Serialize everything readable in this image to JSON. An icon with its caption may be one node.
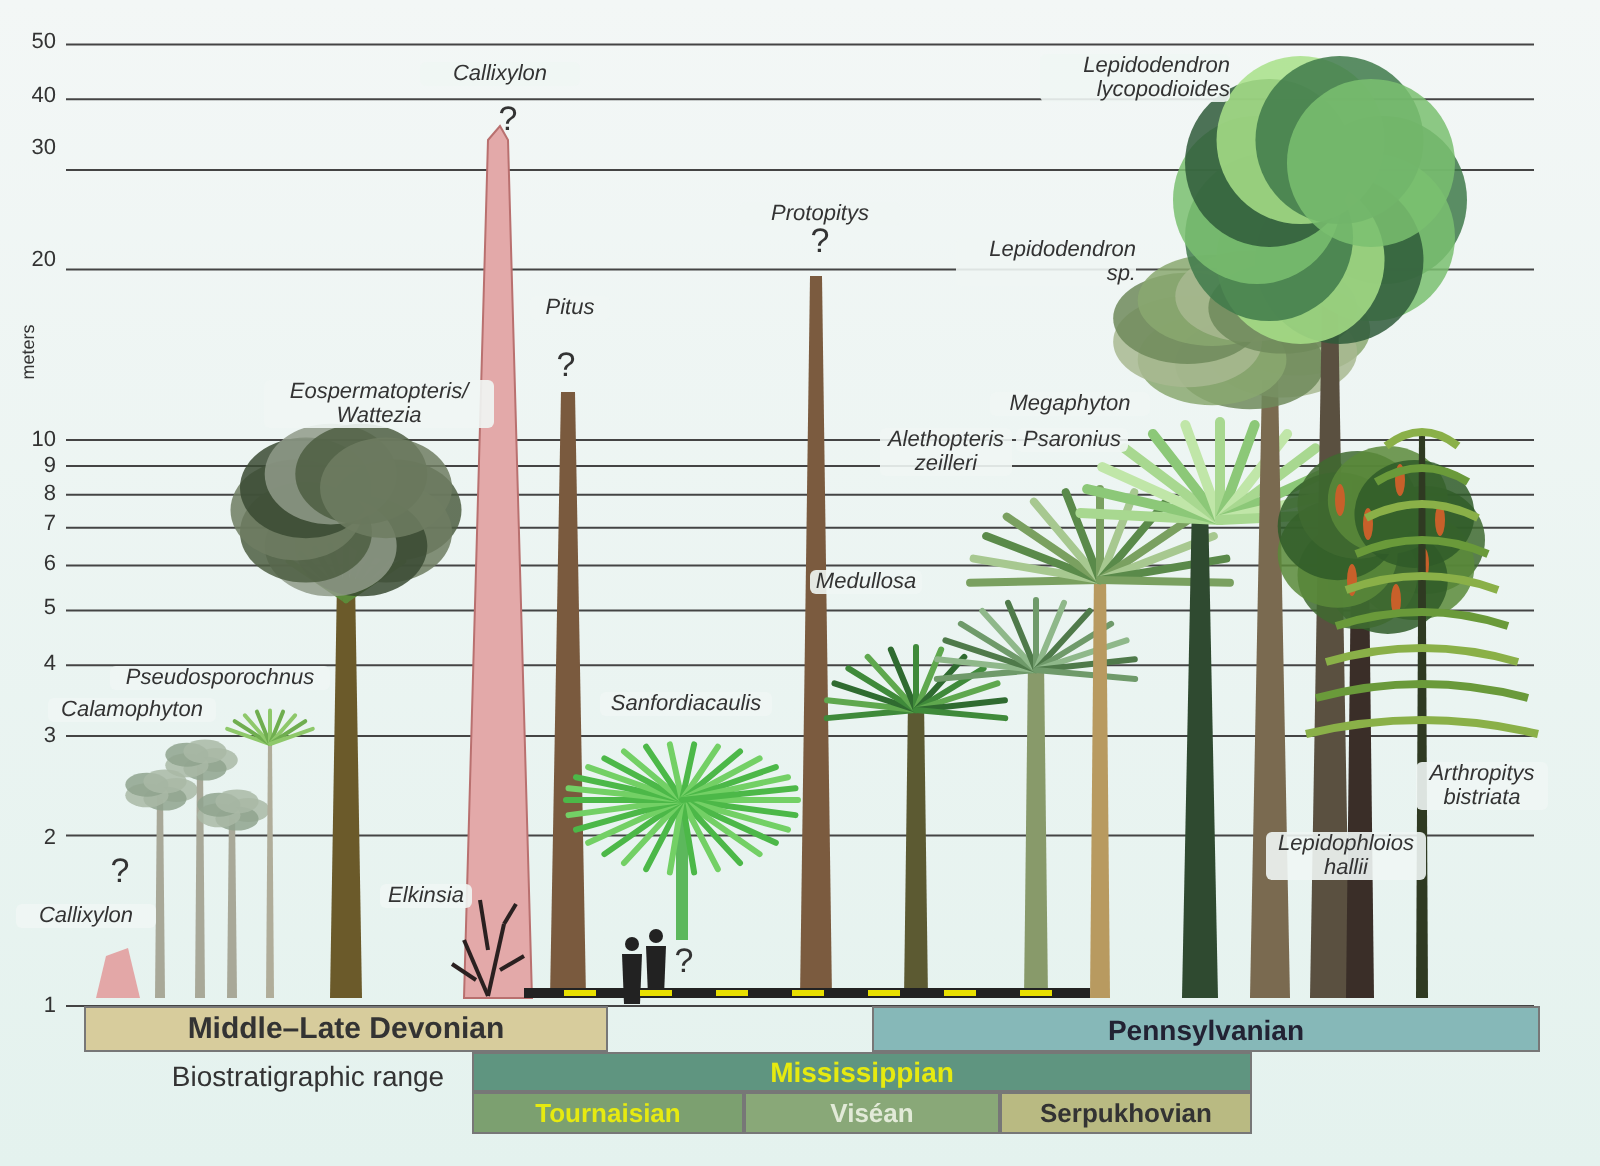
{
  "diagram": {
    "nodes": [
      {
        "text": [
          "Middle–Late Devonian"
        ]
      },
      {
        "text": [
          "Pennsylvanian"
        ]
      },
      {
        "text": [
          "Mississippian"
        ]
      },
      {
        "text": [
          "Tournaisian"
        ]
      },
      {
        "text": [
          "Viséan"
        ]
      },
      {
        "text": [
          "Serpukhovian"
        ]
      }
    ],
    "labels": [
      "50",
      "40",
      "30",
      "20",
      "10",
      "9",
      "8",
      "7",
      "6",
      "5",
      "4",
      "3",
      "2",
      "1",
      "meters",
      "Callixylon",
      "?",
      "Lepidodendron lycopodioides",
      "Protopitys",
      "?",
      "Lepidodendron sp.",
      "Pitus",
      "?",
      "Eospermatopteris/ Wattezia",
      "Megaphyton",
      "Alethopteris zeilleri",
      "Psaronius",
      "Medullosa",
      "Pseudosporochnus",
      "Calamophyton",
      "Sanfordiacaulis",
      "Arthropitys bistriata",
      "Lepidophloios hallii",
      "?",
      "Callixylon",
      "Elkinsia",
      "?",
      "Biostratigraphic range"
    ]
  }
}
